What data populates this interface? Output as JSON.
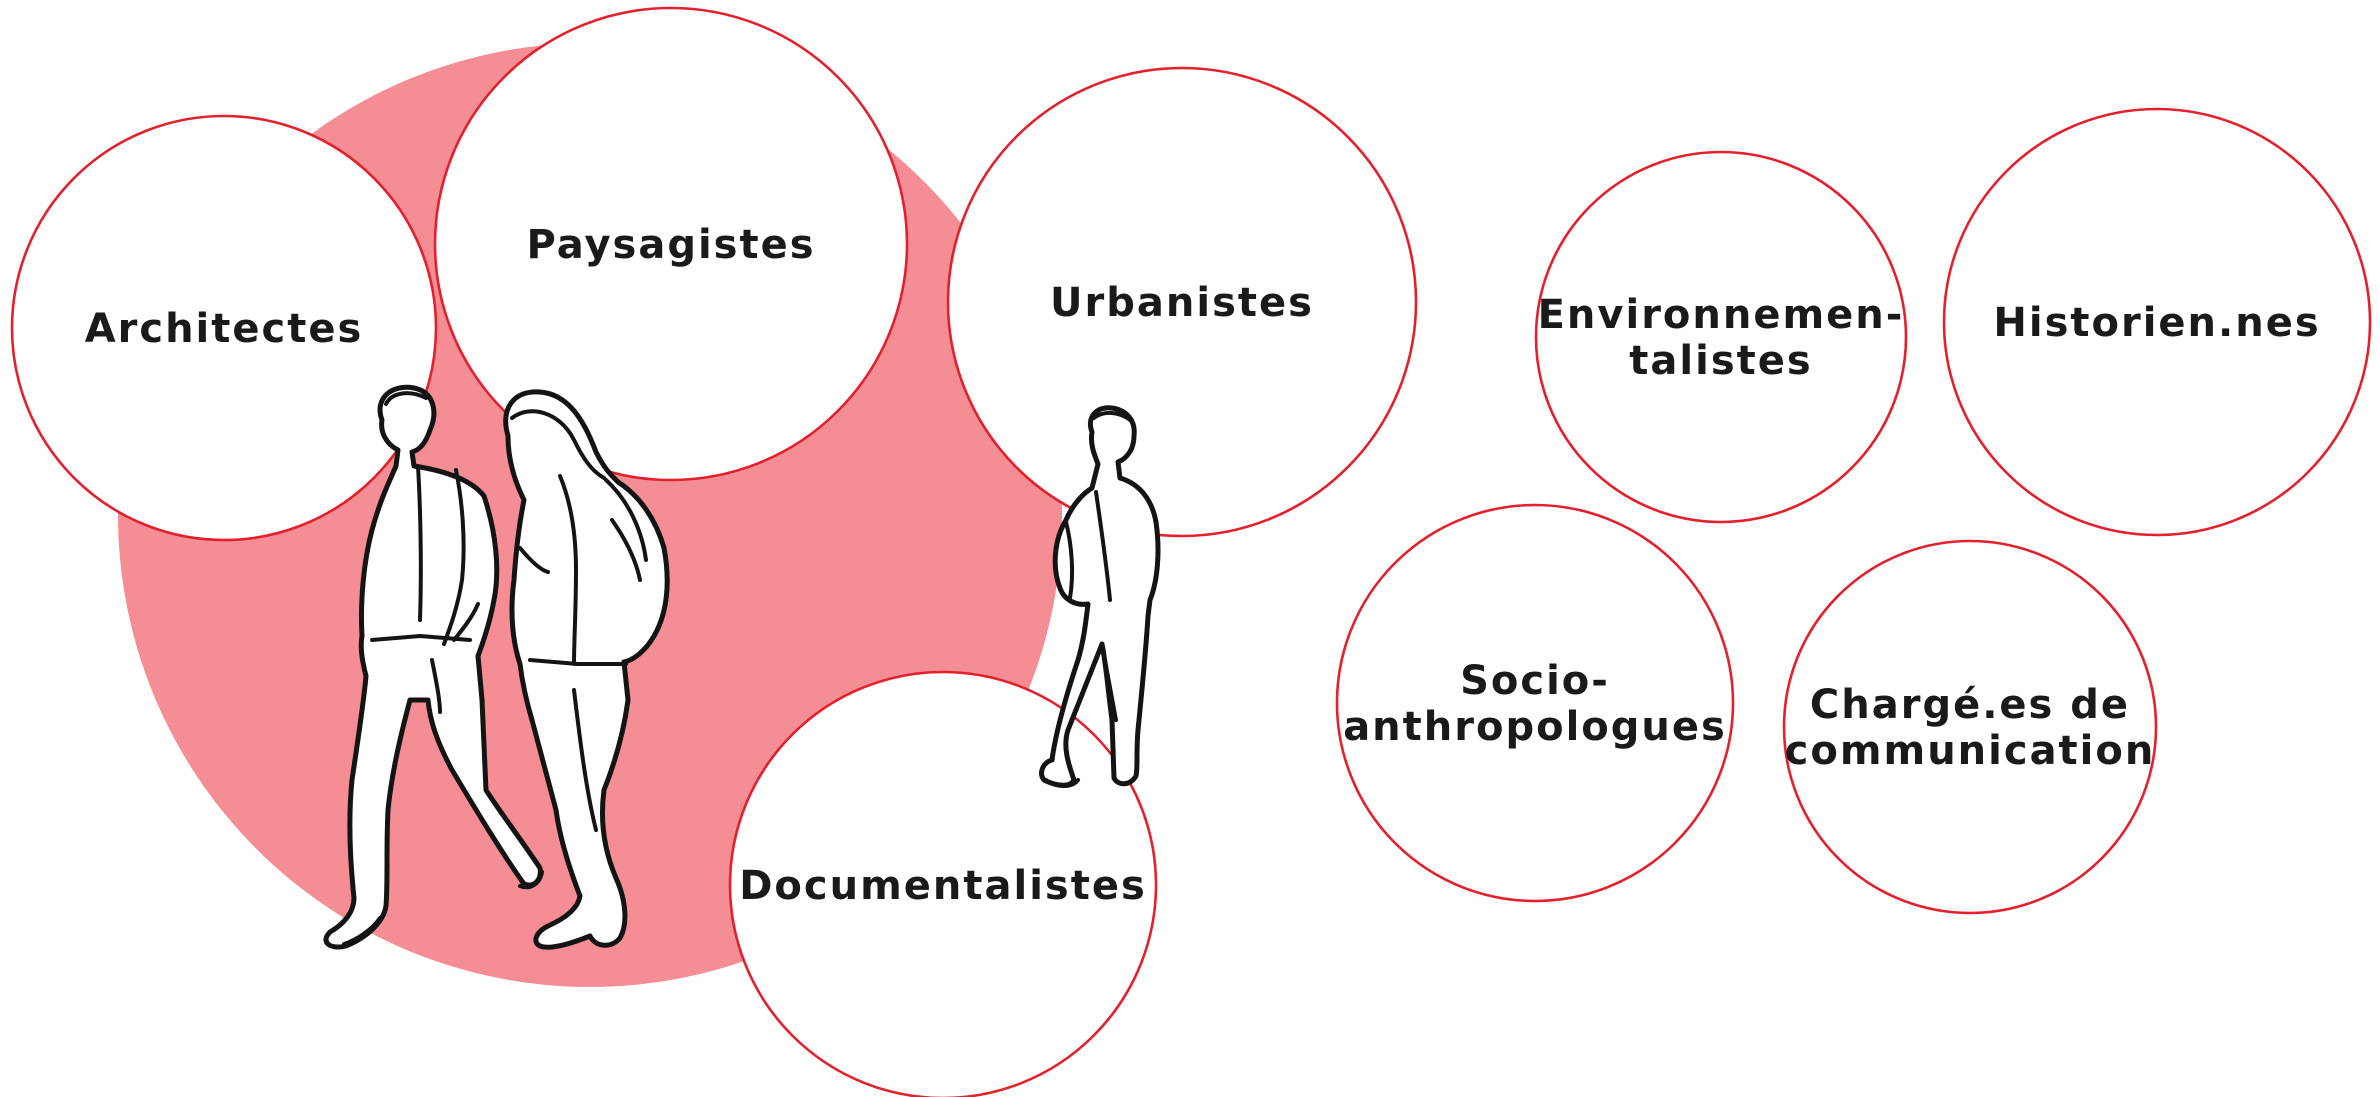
{
  "colors": {
    "accent": "#f48d94",
    "stroke": "#e3202d",
    "ink": "#1a1a1a"
  },
  "professions": [
    {
      "lines": [
        "Architectes"
      ]
    },
    {
      "lines": [
        "Paysagistes"
      ]
    },
    {
      "lines": [
        "Urbanistes"
      ]
    },
    {
      "lines": [
        "Documentalistes"
      ]
    },
    {
      "lines": [
        "Environnemen-",
        "talistes"
      ]
    },
    {
      "lines": [
        "Historien.nes"
      ]
    },
    {
      "lines": [
        "Socio-",
        "anthropologues"
      ]
    },
    {
      "lines": [
        "Chargé.es de",
        "communication"
      ]
    }
  ],
  "illustrations": [
    "walking-man-icon",
    "walking-woman-icon",
    "walking-boy-with-backpack-icon"
  ]
}
